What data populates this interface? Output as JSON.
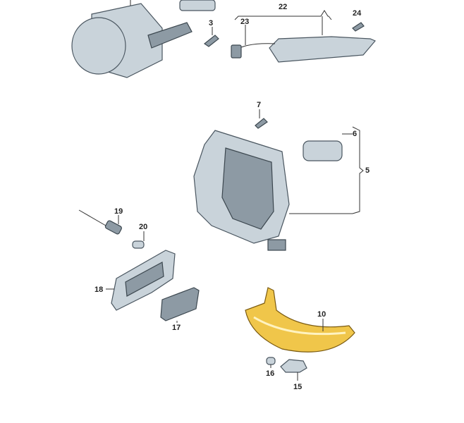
{
  "diagram": {
    "labels": {
      "l3": "3",
      "l5": "5",
      "l6": "6",
      "l7": "7",
      "l10": "10",
      "l15": "15",
      "l16": "16",
      "l17": "17",
      "l18": "18",
      "l19": "19",
      "l20": "20",
      "l22": "22",
      "l23": "23",
      "l24": "24"
    },
    "highlight_color": "#f0c64a"
  }
}
